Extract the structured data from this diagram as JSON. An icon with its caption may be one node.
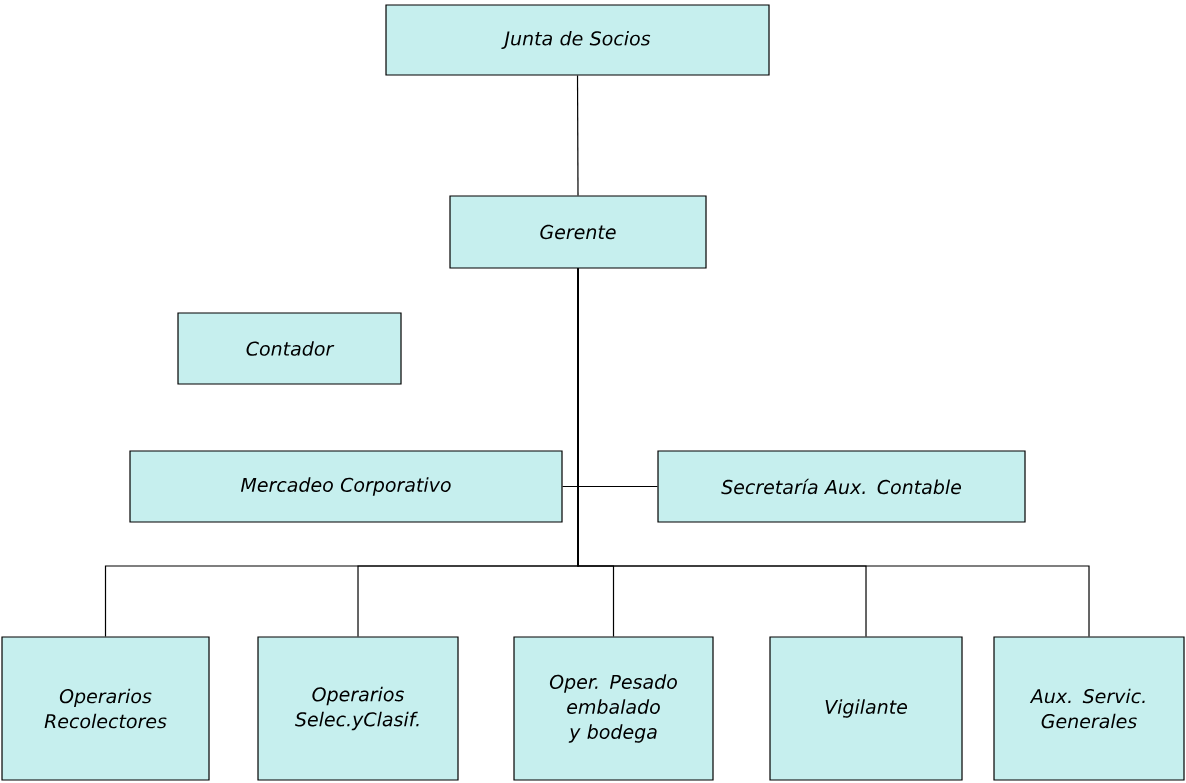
{
  "diagram": {
    "nodes": [
      {
        "text": [
          "Junta de Socios"
        ]
      },
      {
        "text": [
          "Gerente"
        ]
      },
      {
        "text": [
          "Contador"
        ]
      },
      {
        "text": [
          "Mercadeo Corporativo"
        ]
      },
      {
        "text": [
          "Secretaría Aux. Contable"
        ]
      },
      {
        "text": [
          "Operarios Recolectores"
        ]
      },
      {
        "text": [
          "Operarios Selec.yClasif."
        ]
      },
      {
        "text": [
          "Oper. Pesado embalado y bodega"
        ]
      },
      {
        "text": [
          "Vigilante"
        ]
      },
      {
        "text": [
          "Aux. Servic. Generales"
        ]
      }
    ],
    "edges": [
      {
        "from": 0,
        "to": 1,
        "arrow": "none"
      },
      {
        "from": 1,
        "to": 3,
        "arrow": "none"
      },
      {
        "from": 1,
        "to": 4,
        "arrow": "none"
      },
      {
        "from": 1,
        "to": 5,
        "arrow": "none"
      },
      {
        "from": 1,
        "to": 6,
        "arrow": "none"
      },
      {
        "from": 1,
        "to": 7,
        "arrow": "none"
      },
      {
        "from": 1,
        "to": 8,
        "arrow": "none"
      },
      {
        "from": 1,
        "to": 9,
        "arrow": "none"
      }
    ]
  }
}
